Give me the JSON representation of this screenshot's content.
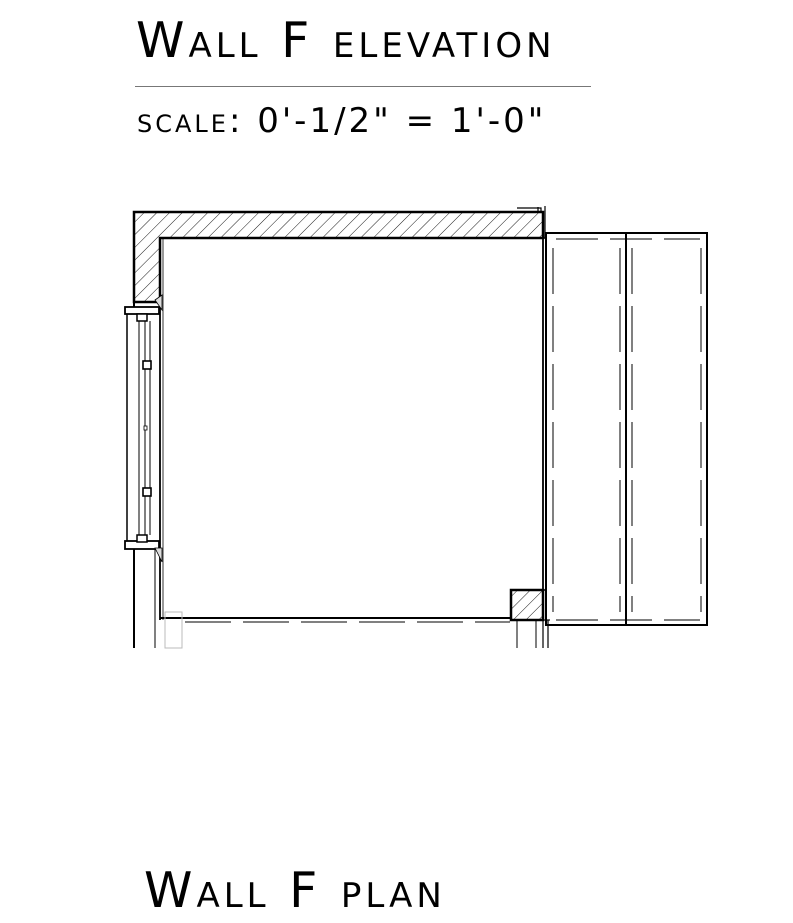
{
  "header": {
    "title": "Wall F elevation",
    "scale": "scale: 0'-1/2\" = 1'-0\""
  },
  "footer": {
    "plan_title": "Wall F plan"
  },
  "colors": {
    "line": "#000000",
    "rule": "#777777",
    "background": "#ffffff"
  }
}
